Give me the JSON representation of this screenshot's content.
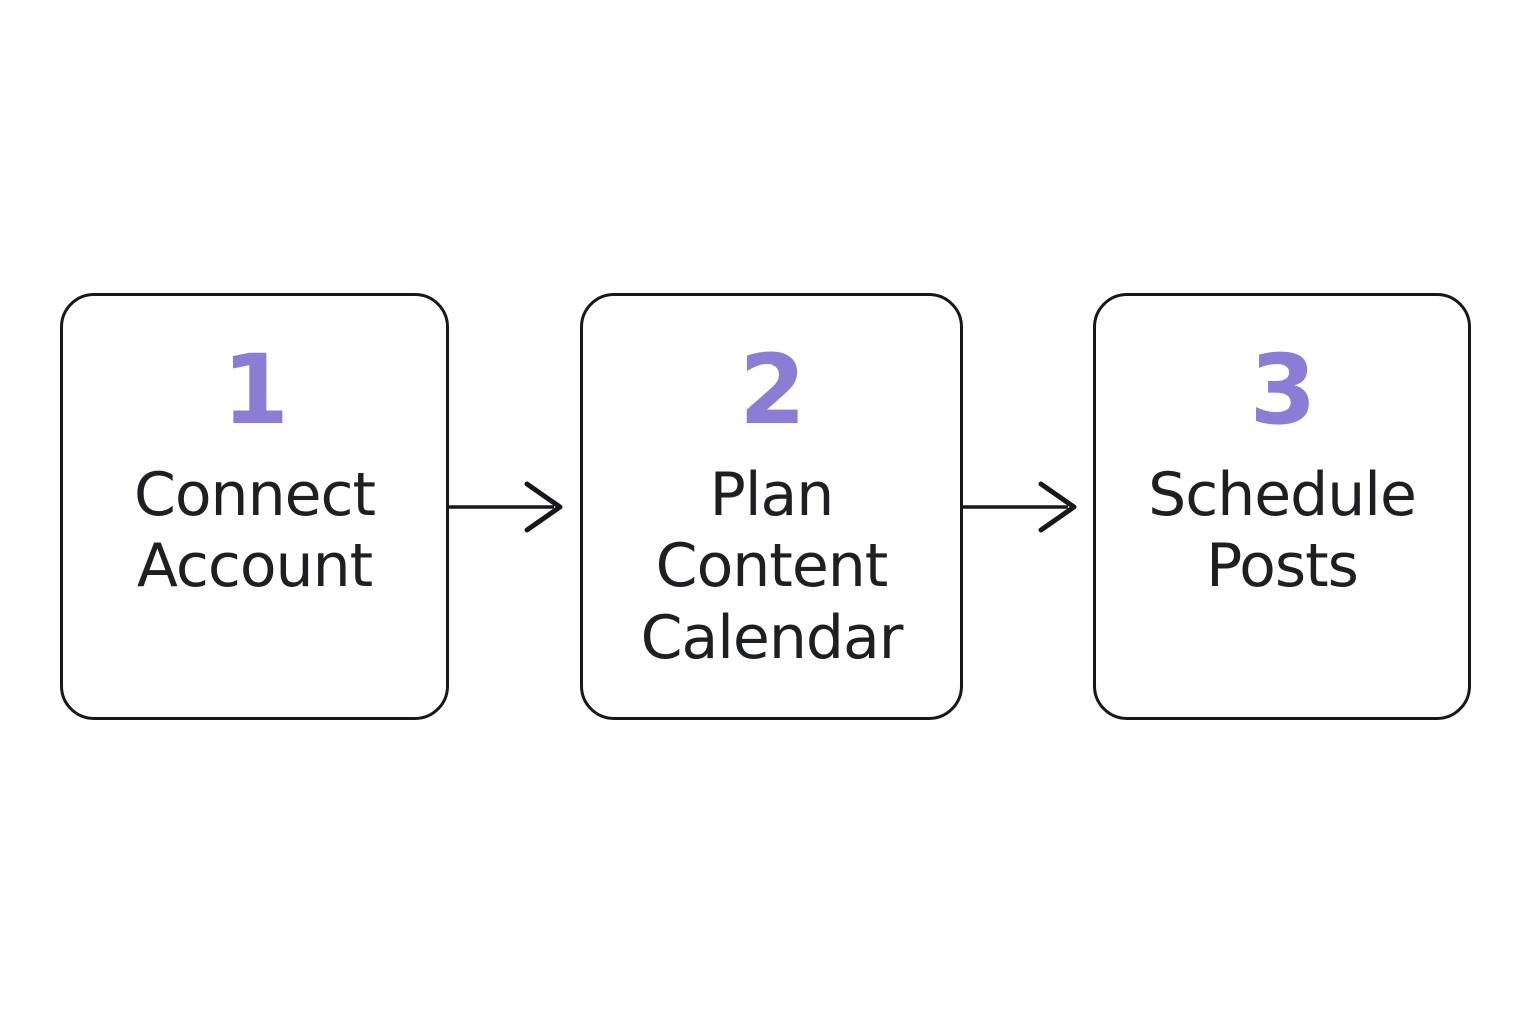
{
  "diagram": {
    "title": "",
    "type": "flowchart",
    "background_color": "#ffffff",
    "accent_color": "#8b7dd6",
    "text_color": "#1e1f22",
    "stroke_color": "#17181a",
    "steps": [
      {
        "number": "1",
        "label": "Connect\nAccount"
      },
      {
        "number": "2",
        "label": "Plan\nContent\nCalendar"
      },
      {
        "number": "3",
        "label": "Schedule\nPosts"
      }
    ],
    "connectors": [
      {
        "from": "step-1",
        "to": "step-2",
        "style": "arrow-right"
      },
      {
        "from": "step-2",
        "to": "step-3",
        "style": "arrow-right"
      }
    ]
  }
}
